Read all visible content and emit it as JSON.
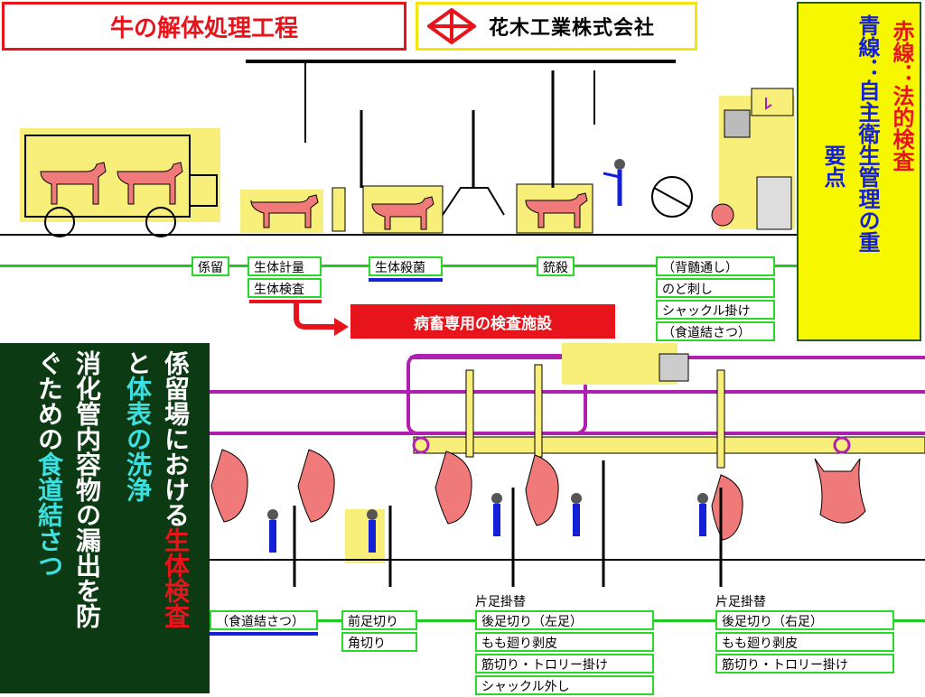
{
  "title": "牛の解体処理工程",
  "company": "花木工業株式会社",
  "legend": {
    "red_text": "赤線：法的検査",
    "blue_text_1": "青線：自主衛生管理の重",
    "blue_text_2": "要点",
    "red_color": "#e8141b",
    "blue_color": "#1420d8"
  },
  "top_stages": {
    "row1": [
      "係留",
      "生体計量",
      "生体殺菌",
      "銃殺"
    ],
    "row1_b": "生体検査",
    "bleed_box": [
      "（背髄通し）",
      "のど刺し",
      "シャックル掛け",
      "（食道結さつ）"
    ]
  },
  "banner": "病畜専用の検査施設",
  "left_panel": {
    "col1_a": "係留場における",
    "col1_b": "生体検査",
    "col2_a": "と",
    "col2_b": "体表の洗浄",
    "col3": "消化管内容物の漏出を防",
    "col4_a": "ぐための",
    "col4_b": "食道結さつ"
  },
  "bottom_stages": {
    "esophagus": "（食道結さつ）",
    "front": [
      "前足切り",
      "角切り"
    ],
    "left_header": "片足掛替",
    "left": [
      "後足切り（左足）",
      "もも廻り剥皮",
      "筋切り・トロリー掛け",
      "シャックル外し"
    ],
    "right_header": "片足掛替",
    "right": [
      "後足切り（右足）",
      "もも廻り剥皮",
      "筋切り・トロリー掛け"
    ]
  }
}
